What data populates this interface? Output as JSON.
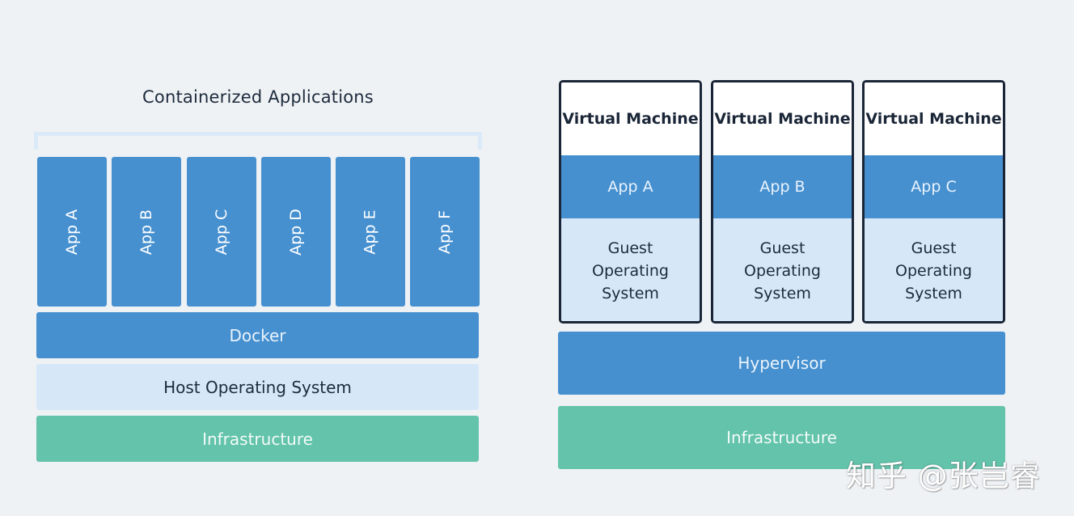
{
  "left": {
    "title": "Containerized Applications",
    "apps": [
      "App A",
      "App B",
      "App C",
      "App D",
      "App E",
      "App F"
    ],
    "docker": "Docker",
    "host_os": "Host Operating System",
    "infrastructure": "Infrastructure"
  },
  "right": {
    "vms": [
      {
        "title": "Virtual Machine",
        "app": "App A",
        "os": "Guest Operating System"
      },
      {
        "title": "Virtual Machine",
        "app": "App B",
        "os": "Guest Operating System"
      },
      {
        "title": "Virtual Machine",
        "app": "App C",
        "os": "Guest Operating System"
      }
    ],
    "hypervisor": "Hypervisor",
    "infrastructure": "Infrastructure"
  },
  "watermark": "知乎 @张岂睿",
  "colors": {
    "background": "#eff2f5",
    "blue": "#4690d0",
    "light_blue": "#d6e8f8",
    "green": "#63c3ab",
    "dark": "#1a2637"
  }
}
